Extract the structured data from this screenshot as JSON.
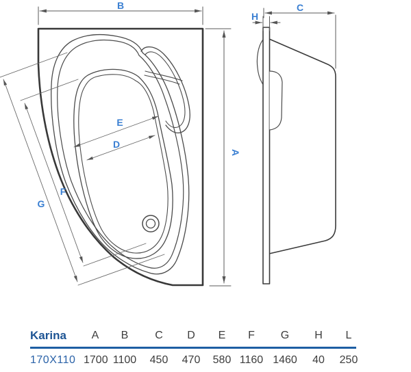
{
  "diagram": {
    "title": "Corner bathtub technical drawing, top view and side view",
    "dim_labels": {
      "a": "A",
      "b": "B",
      "c": "C",
      "d": "D",
      "e": "E",
      "f": "F",
      "g": "G",
      "h": "H"
    }
  },
  "table": {
    "model_name": "Karina",
    "headers": [
      "A",
      "B",
      "C",
      "D",
      "E",
      "F",
      "G",
      "H",
      "L"
    ],
    "row_label": "170X110",
    "values": [
      "1700",
      "1100",
      "450",
      "470",
      "580",
      "1160",
      "1460",
      "40",
      "250"
    ]
  },
  "colors": {
    "dim_label_blue": "#3a7fd2",
    "table_name_blue": "#1d5494",
    "table_model_blue": "#2a62a8",
    "rule_blue": "#1e5fa3",
    "ink_dark": "#3d3d3d",
    "line_gray": "#555555"
  }
}
